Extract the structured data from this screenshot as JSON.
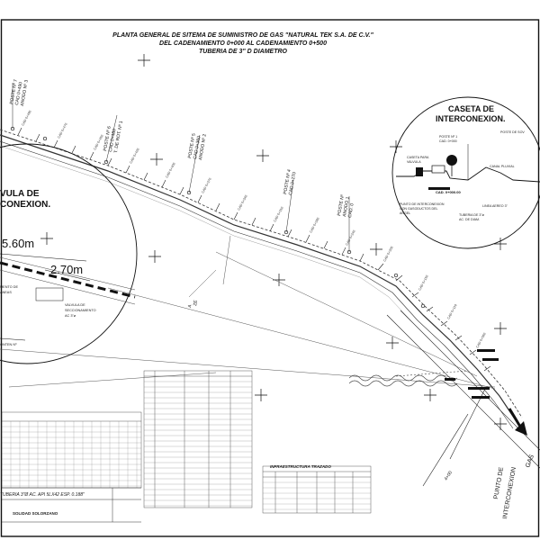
{
  "title": {
    "line1": "PLANTA GENERAL DE SITEMA DE SUMINISTRO DE GAS \"NATURAL TEK S.A. DE C.V.\"",
    "line2": "DEL CADENAMIENTO 0+000 AL CADENAMIENTO 0+500",
    "line3": "TUBERIA DE 3\" D DIAMETRO"
  },
  "callouts": {
    "caseta_line1": "CASETA DE",
    "caseta_line2": "INTERCONEXION.",
    "valvula_line1": "VULA DE",
    "valvula_line2": "CONEXION."
  },
  "dimensions": {
    "long": "5.60m",
    "short": "2.70m"
  },
  "postes": [
    {
      "id": "poste-7",
      "l1": "POSTE Nº 7",
      "l2": "CAD 0+490",
      "l3": "ANODO Nº 3"
    },
    {
      "id": "poste-6",
      "l1": "POSTE Nº 6",
      "l2": "CAD 0+480",
      "l3": "T. DE ROT. Nº 1"
    },
    {
      "id": "poste-5",
      "l1": "POSTE Nº 5",
      "l2": "CAD 0+360",
      "l3": "ANODO Nº 2"
    },
    {
      "id": "poste-4",
      "l1": "POSTE Nº 4",
      "l2": "CAD 0+270",
      "l3": ""
    },
    {
      "id": "poste-n",
      "l1": "POSTE Nº",
      "l2": "ANODO 1",
      "l3": "CAD. 0"
    }
  ],
  "notes": {
    "pipe_spec": "TUBERIA 3\"Ø AC. API 5LX42 ESP. 0.188\"",
    "solidad": "SOLIDAD SOLORZANO",
    "infra_title": "INFRAESTRUCTURA TRAZADO",
    "punto_1": "PUNTO DE",
    "punto_2": "INTERCONEXION",
    "gas_arrow": "GAS",
    "caseta_poste": "POSTE DE SOV",
    "caseta_canal": "CANAL PLUVIAL",
    "caseta_cad": "CAD. 0+000.00"
  },
  "colors": {
    "ink": "#111111",
    "line": "#333333",
    "light": "#9a9a9a"
  }
}
